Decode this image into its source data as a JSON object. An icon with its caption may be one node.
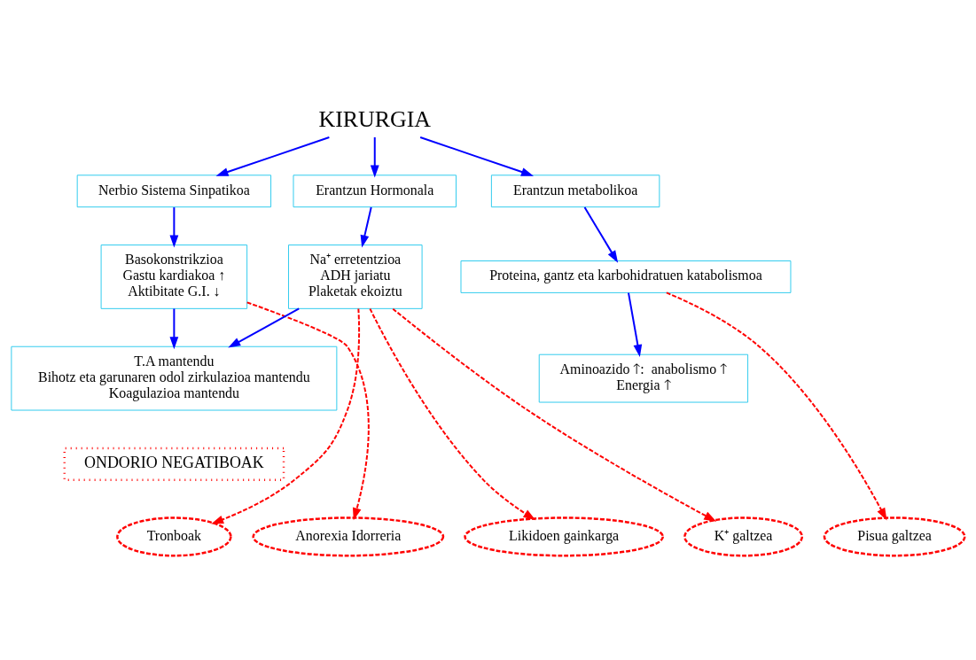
{
  "diagram": {
    "nodes": [
      {
        "text": [
          "KIRURGIA"
        ]
      },
      {
        "text": [
          "Nerbio Sistema Sinpatikoa"
        ]
      },
      {
        "text": [
          "Erantzun Hormonala"
        ]
      },
      {
        "text": [
          "Erantzun metabolikoa"
        ]
      },
      {
        "text": [
          "Basokonstrikzioa",
          "Gastu kardiakoa ↑",
          "Aktibitate G.I. ↓"
        ]
      },
      {
        "text": [
          "Na⁺ erretentzioa",
          "ADH jariatu",
          "Plaketak ekoiztu"
        ]
      },
      {
        "text": [
          "Proteina, gantz eta karbohidratuen katabolismoa"
        ]
      },
      {
        "text": [
          "T.A mantendu",
          "Bihotz eta garunaren odol zirkulazioa mantendu",
          "Koagulazioa mantendu"
        ]
      },
      {
        "text": [
          "Aminoazido 🡑:  anabolismo 🡑",
          "Energia 🡑"
        ]
      },
      {
        "text": [
          "ONDORIO NEGATIBOAK"
        ]
      },
      {
        "text": [
          "Anorexia Idorreria"
        ]
      },
      {
        "text": [
          "Tronboak"
        ]
      },
      {
        "text": [
          "Likidoen gainkarga"
        ]
      },
      {
        "text": [
          "K⁺ galtzea"
        ]
      },
      {
        "text": [
          "Pisua galtzea"
        ]
      }
    ],
    "edges": [
      {
        "from": 0,
        "to": 1,
        "arrow": "to"
      },
      {
        "from": 0,
        "to": 2,
        "arrow": "to"
      },
      {
        "from": 0,
        "to": 3,
        "arrow": "to"
      },
      {
        "from": 1,
        "to": 4,
        "arrow": "to"
      },
      {
        "from": 2,
        "to": 5,
        "arrow": "to"
      },
      {
        "from": 3,
        "to": 6,
        "arrow": "to"
      },
      {
        "from": 4,
        "to": 7,
        "arrow": "to"
      },
      {
        "from": 5,
        "to": 7,
        "arrow": "to"
      },
      {
        "from": 6,
        "to": 8,
        "arrow": "to"
      },
      {
        "from": 4,
        "to": 10,
        "arrow": "to",
        "style": "dashed",
        "color": "#ff0000"
      },
      {
        "from": 5,
        "to": 11,
        "arrow": "to",
        "style": "dashed",
        "color": "#ff0000"
      },
      {
        "from": 5,
        "to": 12,
        "arrow": "to",
        "style": "dashed",
        "color": "#ff0000"
      },
      {
        "from": 5,
        "to": 13,
        "arrow": "to",
        "style": "dashed",
        "color": "#ff0000"
      },
      {
        "from": 6,
        "to": 14,
        "arrow": "to",
        "style": "dashed",
        "color": "#ff0000"
      }
    ]
  }
}
